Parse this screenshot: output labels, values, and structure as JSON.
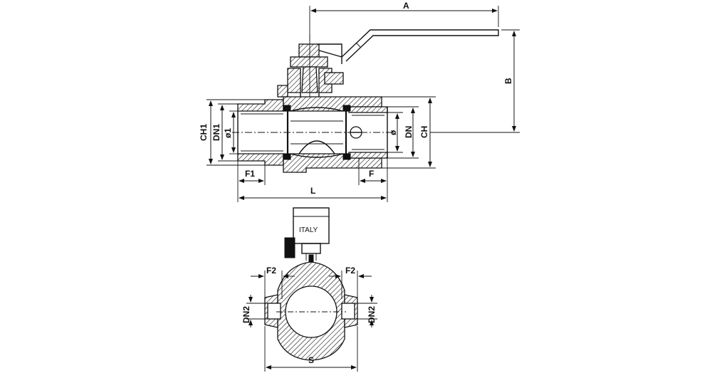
{
  "diagram": {
    "dimension_labels": {
      "A": "A",
      "B": "B",
      "CH1": "CH1",
      "DN1": "DN1",
      "phi1": "ø1",
      "phi": "ø",
      "DN": "DN",
      "CH": "CH",
      "F1": "F1",
      "F": "F",
      "L": "L",
      "F2_left": "F2",
      "F2_right": "F2",
      "DN2_left": "DN2",
      "DN2_right": "DN2",
      "S": "S"
    },
    "stamp_text": "ITALY"
  }
}
